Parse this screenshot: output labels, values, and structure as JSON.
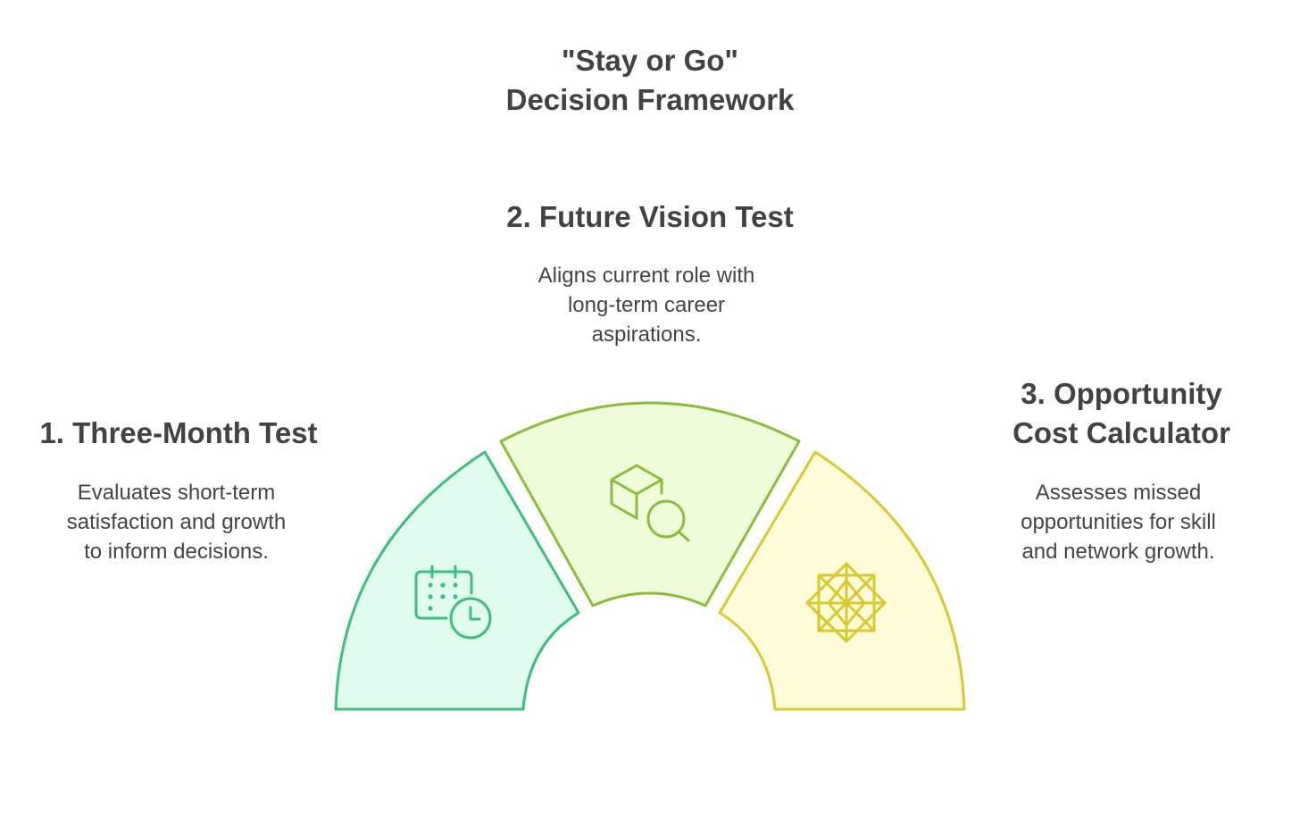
{
  "title": {
    "line1": "\"Stay or Go\"",
    "line2": "Decision Framework"
  },
  "items": [
    {
      "heading": "1. Three-Month Test",
      "description": [
        "Evaluates short-term",
        "satisfaction and growth",
        "to inform decisions."
      ],
      "icon": "calendar-clock-icon",
      "fill": "#e1fbee",
      "stroke": "#3dbf7f"
    },
    {
      "heading": "2. Future Vision Test",
      "description": [
        "Aligns current role with",
        "long-term career",
        "aspirations."
      ],
      "icon": "cube-search-icon",
      "fill": "#eefcd9",
      "stroke": "#8cbd3a"
    },
    {
      "heading_lines": [
        "3. Opportunity",
        "Cost Calculator"
      ],
      "description": [
        "Assesses missed",
        "opportunities for skill",
        "and network growth."
      ],
      "icon": "geometric-star-icon",
      "fill": "#fefbd9",
      "stroke": "#d9c92a"
    }
  ]
}
